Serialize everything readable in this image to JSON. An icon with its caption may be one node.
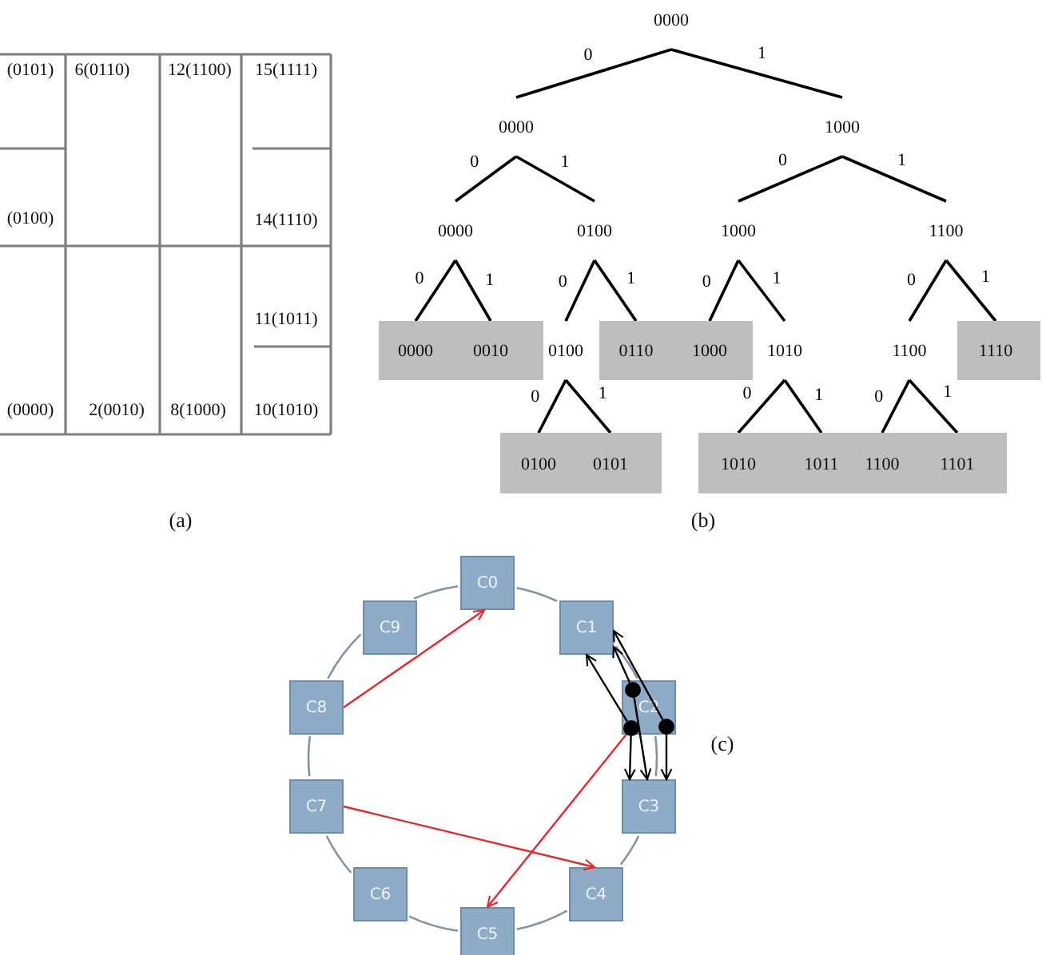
{
  "diagram": {
    "nodes": [
      {
        "text": [
          "0000"
        ]
      },
      {
        "text": [
          "0000"
        ]
      },
      {
        "text": [
          "1000"
        ]
      },
      {
        "text": [
          "0000"
        ]
      },
      {
        "text": [
          "0100"
        ]
      },
      {
        "text": [
          "1000"
        ]
      },
      {
        "text": [
          "1100"
        ]
      },
      {
        "text": [],
        "shape": "bar"
      },
      {
        "text": [
          "0000"
        ],
        "in": 7
      },
      {
        "text": [
          "0010"
        ],
        "in": 7
      },
      {
        "text": [
          "0100"
        ]
      },
      {
        "text": [],
        "shape": "bar"
      },
      {
        "text": [
          "0110"
        ],
        "in": 11
      },
      {
        "text": [
          "1000"
        ],
        "in": 11
      },
      {
        "text": [
          "1010"
        ]
      },
      {
        "text": [
          "1100"
        ]
      },
      {
        "text": [],
        "shape": "bar"
      },
      {
        "text": [
          "1110"
        ],
        "in": 16
      },
      {
        "text": [],
        "shape": "bar"
      },
      {
        "text": [
          "0100"
        ],
        "in": 18
      },
      {
        "text": [
          "0101"
        ],
        "in": 18
      },
      {
        "text": [],
        "shape": "bar"
      },
      {
        "text": [
          "1010"
        ],
        "in": 21
      },
      {
        "text": [
          "1011"
        ],
        "in": 21
      },
      {
        "text": [
          "1100"
        ],
        "in": 21
      },
      {
        "text": [
          "1101"
        ],
        "in": 21
      },
      {
        "text": [
          "C0"
        ]
      },
      {
        "text": [
          "C1"
        ]
      },
      {
        "text": [
          "C2"
        ]
      },
      {
        "text": [
          "C3"
        ]
      },
      {
        "text": [
          "C4"
        ]
      },
      {
        "text": [
          "C5"
        ]
      },
      {
        "text": [
          "C6"
        ]
      },
      {
        "text": [
          "C7"
        ]
      },
      {
        "text": [
          "C8"
        ]
      },
      {
        "text": [
          "C9"
        ]
      },
      {
        "text": [],
        "shape": "circle",
        "in": 28
      },
      {
        "text": [],
        "shape": "circle",
        "in": 28
      },
      {
        "text": [],
        "shape": "circle",
        "in": 28
      }
    ],
    "edges": [
      {
        "from": 0,
        "to": 1,
        "arrow": "none",
        "label": "0"
      },
      {
        "from": 0,
        "to": 2,
        "arrow": "none",
        "label": "1"
      },
      {
        "from": 1,
        "to": 3,
        "arrow": "none",
        "label": "0"
      },
      {
        "from": 1,
        "to": 4,
        "arrow": "none",
        "label": "1"
      },
      {
        "from": 2,
        "to": 5,
        "arrow": "none",
        "label": "0"
      },
      {
        "from": 2,
        "to": 6,
        "arrow": "none",
        "label": "1"
      },
      {
        "from": 3,
        "to": 8,
        "arrow": "none",
        "label": "0"
      },
      {
        "from": 3,
        "to": 9,
        "arrow": "none",
        "label": "1"
      },
      {
        "from": 4,
        "to": 10,
        "arrow": "none",
        "label": "0"
      },
      {
        "from": 4,
        "to": 12,
        "arrow": "none",
        "label": "1"
      },
      {
        "from": 5,
        "to": 13,
        "arrow": "none",
        "label": "0"
      },
      {
        "from": 5,
        "to": 14,
        "arrow": "none",
        "label": "1"
      },
      {
        "from": 6,
        "to": 15,
        "arrow": "none",
        "label": "0"
      },
      {
        "from": 6,
        "to": 17,
        "arrow": "none",
        "label": "1"
      },
      {
        "from": 10,
        "to": 19,
        "arrow": "none",
        "label": "0"
      },
      {
        "from": 10,
        "to": 20,
        "arrow": "none",
        "label": "1"
      },
      {
        "from": 14,
        "to": 22,
        "arrow": "none",
        "label": "0"
      },
      {
        "from": 14,
        "to": 23,
        "arrow": "none",
        "label": "1"
      },
      {
        "from": 15,
        "to": 24,
        "arrow": "none",
        "label": "0"
      },
      {
        "from": 15,
        "to": 25,
        "arrow": "none",
        "label": "1"
      },
      {
        "from": 26,
        "to": 27,
        "arrow": "none",
        "color": "#8193a6"
      },
      {
        "from": 27,
        "to": 28,
        "arrow": "none",
        "color": "#8193a6"
      },
      {
        "from": 28,
        "to": 29,
        "arrow": "none",
        "color": "#8193a6"
      },
      {
        "from": 29,
        "to": 30,
        "arrow": "none",
        "color": "#8193a6"
      },
      {
        "from": 30,
        "to": 31,
        "arrow": "none",
        "color": "#8193a6"
      },
      {
        "from": 31,
        "to": 32,
        "arrow": "none",
        "color": "#8193a6"
      },
      {
        "from": 32,
        "to": 33,
        "arrow": "none",
        "color": "#8193a6"
      },
      {
        "from": 33,
        "to": 34,
        "arrow": "none",
        "color": "#8193a6"
      },
      {
        "from": 34,
        "to": 35,
        "arrow": "none",
        "color": "#8193a6"
      },
      {
        "from": 35,
        "to": 26,
        "arrow": "none",
        "color": "#8193a6"
      },
      {
        "from": 37,
        "to": 27,
        "arrow": "to"
      },
      {
        "from": 36,
        "to": 27,
        "arrow": "to"
      },
      {
        "from": 38,
        "to": 27,
        "arrow": "to"
      },
      {
        "from": 37,
        "to": 29,
        "arrow": "to"
      },
      {
        "from": 36,
        "to": 29,
        "arrow": "to"
      },
      {
        "from": 38,
        "to": 29,
        "arrow": "to"
      },
      {
        "from": 34,
        "to": 26,
        "arrow": "to",
        "color": "#e8262a"
      },
      {
        "from": 33,
        "to": 30,
        "arrow": "to",
        "color": "#e8262a"
      },
      {
        "from": 37,
        "to": 31,
        "arrow": "to",
        "color": "#e8262a"
      }
    ],
    "labels": [
      "(0101)",
      "6(0110)",
      "12(1100)",
      "15(1111)",
      "(0100)",
      "14(1110)",
      "11(1011)",
      "(0000)",
      "2(0010)",
      "8(1000)",
      "10(1010)",
      "(a)",
      "(b)",
      "(c)"
    ]
  }
}
